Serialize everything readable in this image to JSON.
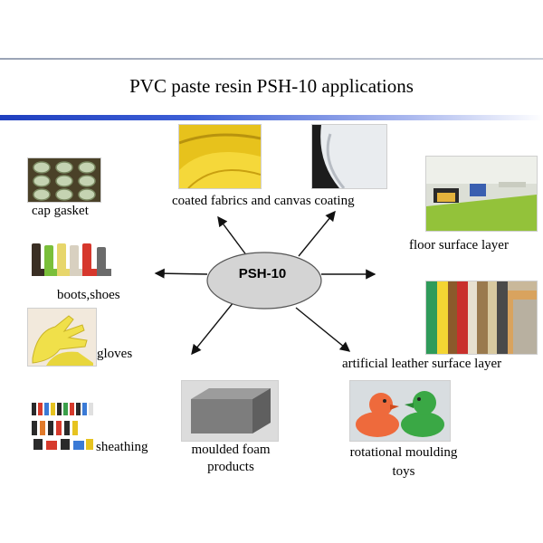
{
  "title": "PVC paste resin PSH-10 applications",
  "hub": "PSH-10",
  "applications": {
    "cap_gasket": "cap gasket",
    "coated_fabrics": "coated fabrics and canvas coating",
    "floor": "floor surface layer",
    "boots": "boots,shoes",
    "gloves": "gloves",
    "artificial_leather": "artificial leather surface layer",
    "sheathing": "sheathing",
    "foam_line1": "moulded foam",
    "foam_line2": "products",
    "rot_line1": "rotational moulding",
    "rot_line2": "toys"
  }
}
